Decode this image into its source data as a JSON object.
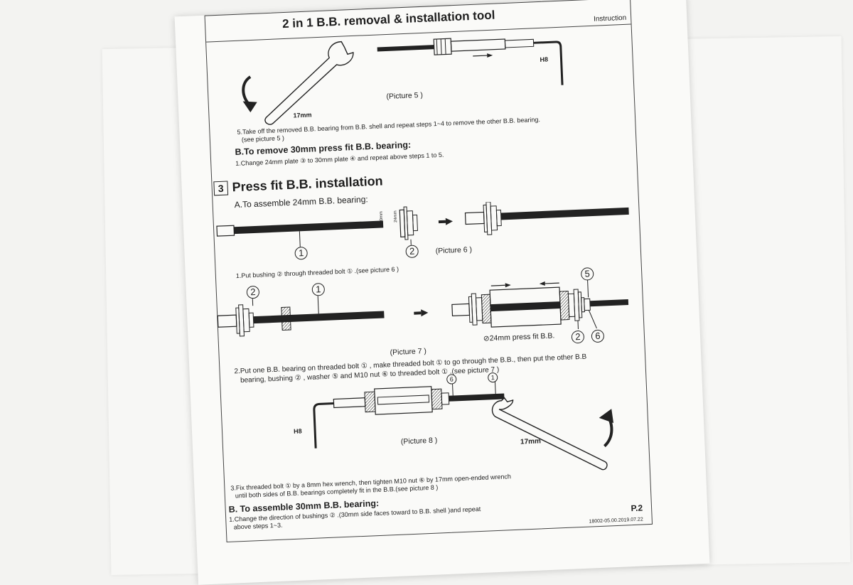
{
  "doc": {
    "title": "2 in 1 B.B. removal & installation tool",
    "instruction_label": "Instruction",
    "picture5": {
      "caption": "(Picture 5 )",
      "wrench_size": "17mm",
      "hex_label": "H8"
    },
    "step5": {
      "line1": "5.Take off the removed B.B. bearing from B.B. shell and repeat steps 1~4 to remove the other B.B. bearing.",
      "line2": "(see picture 5 )"
    },
    "section_b_remove": {
      "heading": "B.To remove 30mm press fit B.B. bearing:",
      "text": "1.Change 24mm plate ③ to 30mm plate ④ and repeat above steps 1 to 5."
    },
    "section3": {
      "number": "3",
      "heading": "Press fit B.B. installation",
      "sub_a": "A.To assemble 24mm B.B. bearing:"
    },
    "picture6": {
      "caption": "(Picture 6 )",
      "dim_30": "30mm",
      "dim_24": "24mm",
      "label_1": "1",
      "label_2": "2"
    },
    "step1": {
      "text": "1.Put bushing ② through threaded bolt ① .(see picture 6 )"
    },
    "picture7": {
      "caption": "(Picture 7 )",
      "label_1": "1",
      "label_2": "2",
      "label_5": "5",
      "label_6": "6",
      "press_fit_label": "⊘24mm press fit B.B."
    },
    "step2": {
      "line1": "2.Put one B.B. bearing on threaded bolt ① , make threaded bolt ① to go through the B.B., then put the other B.B",
      "line2": "bearing, bushing ② , washer ⑤ and M10 nut ⑥ to threaded bolt ① .(see picture 7 )"
    },
    "picture8": {
      "caption": "(Picture 8 )",
      "wrench_size": "17mm",
      "hex_label": "H8",
      "label_1": "1",
      "label_6": "6"
    },
    "step3": {
      "line1": "3.Fix threaded bolt ① by a 8mm hex wrench, then tighten M10 nut ⑥ by 17mm open-ended wrench",
      "line2": "until both sides of B.B. bearings completely fit in the B.B.(see picture 8 )"
    },
    "section_b_assemble": {
      "heading": "B. To assemble 30mm B.B. bearing:",
      "line1": "1.Change the direction of bushings ② .(30mm side faces toward to B.B. shell )and repeat",
      "line2": "above steps 1~3."
    },
    "page_number": "P.2",
    "doc_code": "18002-05.00.2019.07.22"
  }
}
